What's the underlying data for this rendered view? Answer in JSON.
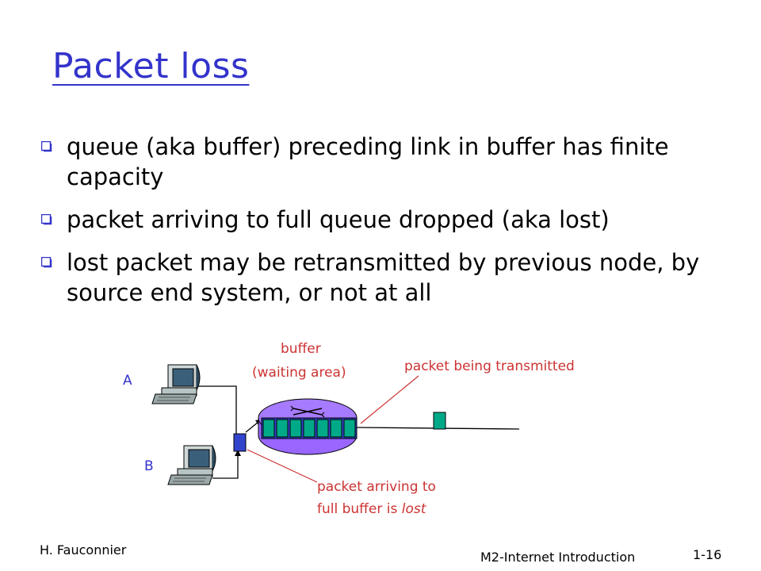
{
  "slide": {
    "title": "Packet loss",
    "bullets": [
      "queue (aka buffer) preceding link in buffer has finite capacity",
      "packet arriving to full queue dropped (aka lost)",
      "lost packet may be retransmitted by previous node, by source end system, or not at all"
    ]
  },
  "diagram": {
    "host_a": "A",
    "host_b": "B",
    "buffer_label_line1": "buffer",
    "buffer_label_line2": "(waiting area)",
    "transmitted_label": "packet being transmitted",
    "lost_label_line1": "packet arriving to",
    "lost_label_line2_prefix": "full buffer is ",
    "lost_label_line2_emph": "lost",
    "colors": {
      "router": "#9966ff",
      "packet": "#00aa88",
      "arriving_packet": "#3344cc",
      "label_red": "#cc3333",
      "label_blue": "#3333cc"
    }
  },
  "footer": {
    "author": "H. Fauconnier",
    "course": "M2-Internet Introduction",
    "page": "1-16"
  }
}
